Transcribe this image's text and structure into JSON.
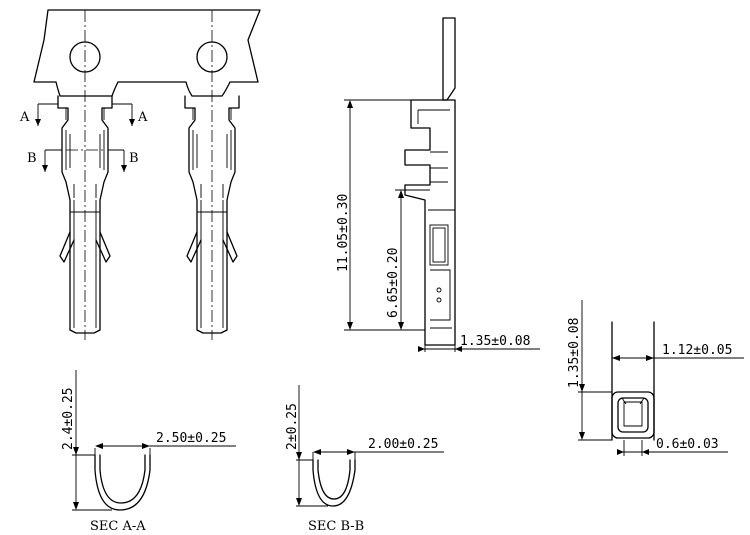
{
  "section_markers": {
    "a": "A",
    "b": "B"
  },
  "dimensions": {
    "side_total_height": "11.05±0.30",
    "side_lower_height": "6.65±0.20",
    "side_width": "1.35±0.08",
    "sec_a_height": "2.4±0.25",
    "sec_a_width": "2.50±0.25",
    "sec_b_height": "2±0.25",
    "sec_b_width": "2.00±0.25",
    "end_height": "1.35±0.08",
    "end_width": "1.12±0.05",
    "end_inner": "0.6±0.03"
  },
  "section_titles": {
    "a": "SEC A-A",
    "b": "SEC B-B"
  }
}
